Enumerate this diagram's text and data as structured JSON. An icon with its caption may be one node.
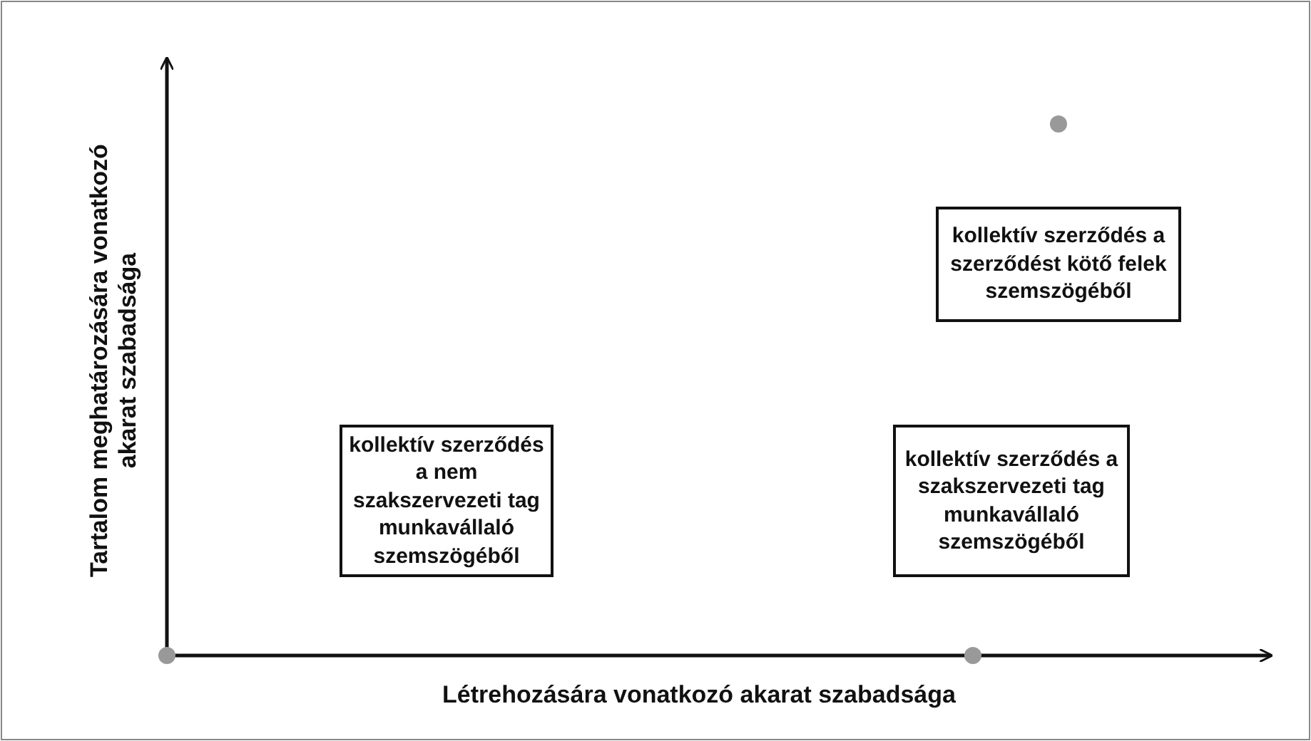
{
  "diagram": {
    "nodes": [
      {
        "text": [
          "kollektív szerződés a nem szakszervezeti tag munkavállaló szemszögéből"
        ]
      },
      {
        "text": [
          "kollektív szerződés a szakszervezeti tag munkavállaló szemszögéből"
        ]
      },
      {
        "text": [
          "kollektív szerződés a szerződést kötő felek szemszögéből"
        ]
      }
    ],
    "edges": [],
    "labels": [
      "Tartalom meghatározására vonatkozó akarat szabadsága",
      "Létrehozására vonatkozó akarat szabadsága"
    ]
  }
}
